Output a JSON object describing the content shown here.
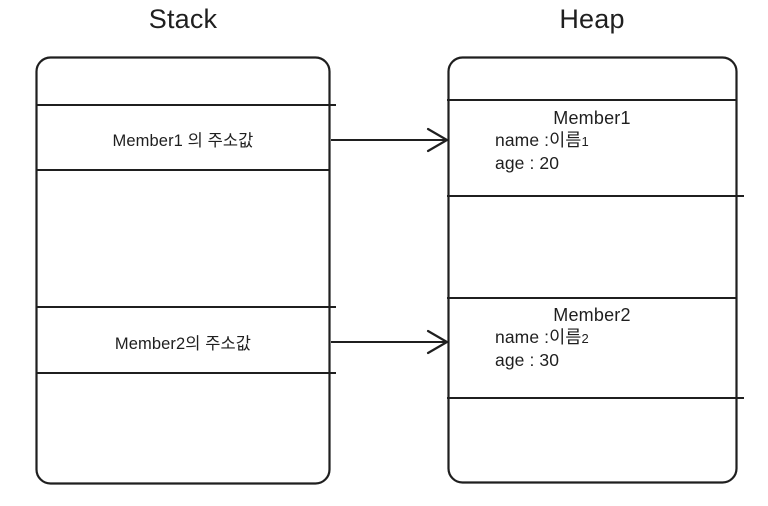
{
  "diagram": {
    "type": "memory-layout",
    "regions": [
      {
        "id": "stack",
        "title": "Stack",
        "slots": [
          {
            "id": "stack-slot-empty-top",
            "label": ""
          },
          {
            "id": "stack-slot-1",
            "label": "Member1 의 주소값"
          },
          {
            "id": "stack-slot-gap",
            "label": ""
          },
          {
            "id": "stack-slot-2",
            "label": "Member2의 주소값"
          },
          {
            "id": "stack-slot-empty-bottom",
            "label": ""
          }
        ]
      },
      {
        "id": "heap",
        "title": "Heap",
        "objects": [
          {
            "id": "heap-obj-1",
            "title": "Member1",
            "fields": [
              {
                "key": "name :",
                "value": "이름",
                "subscript": "1"
              },
              {
                "key": "age :",
                "value": "20",
                "subscript": ""
              }
            ]
          },
          {
            "id": "heap-obj-2",
            "title": "Member2",
            "fields": [
              {
                "key": "name :",
                "value": "이름",
                "subscript": "2"
              },
              {
                "key": "age :",
                "value": "30",
                "subscript": ""
              }
            ]
          }
        ]
      }
    ],
    "arrows": [
      {
        "id": "arrow-member1",
        "from": "stack-slot-1",
        "to": "heap-obj-1"
      },
      {
        "id": "arrow-member2",
        "from": "stack-slot-2",
        "to": "heap-obj-2"
      }
    ],
    "colors": {
      "stroke": "#1f1f1f",
      "background": "#ffffff",
      "text": "#1f1f1f"
    }
  },
  "text": {
    "stack_title": "Stack",
    "heap_title": "Heap",
    "stack_slot_1": "Member1 의 주소값",
    "stack_slot_2": "Member2의 주소값",
    "heap_obj_1_title": "Member1",
    "heap_obj_1_name_key": "name :",
    "heap_obj_1_name_value": "이름",
    "heap_obj_1_name_sub": "1",
    "heap_obj_1_age": "age : 20",
    "heap_obj_2_title": "Member2",
    "heap_obj_2_name_key": "name :",
    "heap_obj_2_name_value": "이름",
    "heap_obj_2_name_sub": "2",
    "heap_obj_2_age": "age : 30"
  }
}
